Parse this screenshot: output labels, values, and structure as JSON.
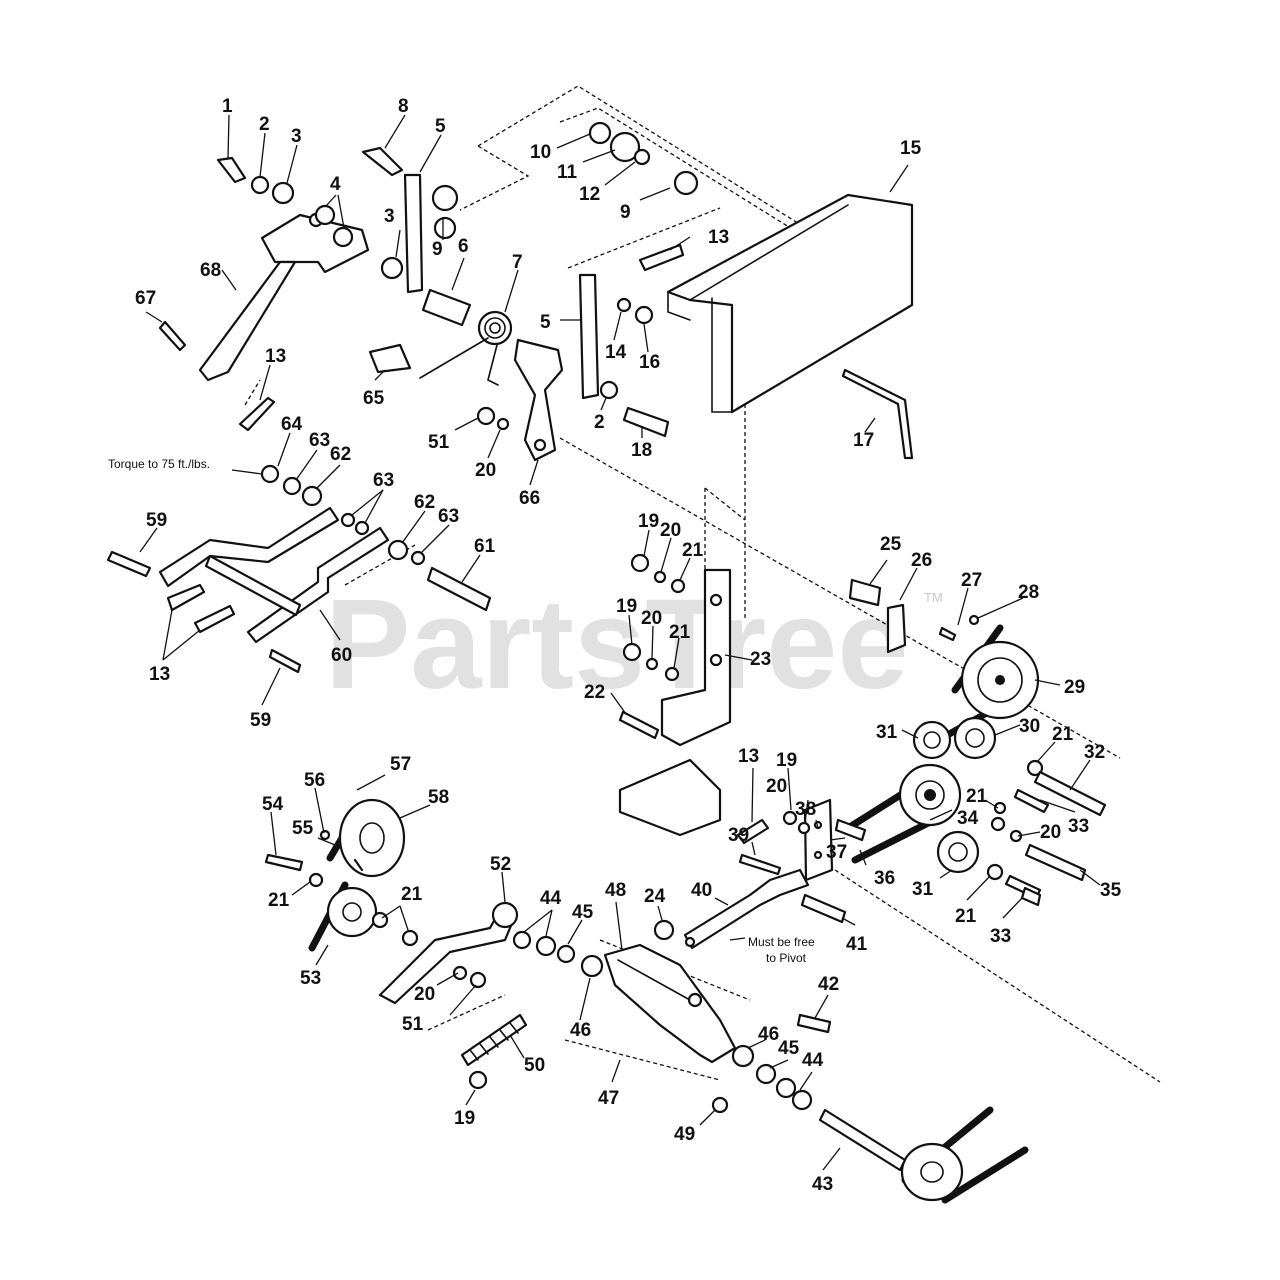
{
  "watermark": {
    "text": "PartsTree",
    "trademark": "TM"
  },
  "notes": {
    "torque": "Torque to 75 ft./lbs.",
    "pivot_line1": "Must be free",
    "pivot_line2": "to Pivot"
  },
  "callouts": [
    "1",
    "2",
    "3",
    "4",
    "5",
    "8",
    "10",
    "11",
    "12",
    "9",
    "15",
    "3",
    "9",
    "6",
    "7",
    "13",
    "68",
    "67",
    "13",
    "65",
    "5",
    "14",
    "16",
    "2",
    "18",
    "51",
    "20",
    "66",
    "17",
    "64",
    "63",
    "62",
    "63",
    "62",
    "63",
    "59",
    "61",
    "60",
    "13",
    "59",
    "19",
    "20",
    "21",
    "19",
    "20",
    "21",
    "23",
    "22",
    "25",
    "26",
    "27",
    "28",
    "29",
    "30",
    "31",
    "21",
    "32",
    "13",
    "19",
    "20",
    "38",
    "37",
    "21",
    "33",
    "34",
    "20",
    "36",
    "31",
    "35",
    "39",
    "40",
    "41",
    "21",
    "33",
    "56",
    "57",
    "58",
    "54",
    "55",
    "21",
    "21",
    "53",
    "52",
    "44",
    "45",
    "48",
    "24",
    "20",
    "51",
    "46",
    "42",
    "50",
    "46",
    "45",
    "44",
    "47",
    "19",
    "49",
    "43"
  ]
}
